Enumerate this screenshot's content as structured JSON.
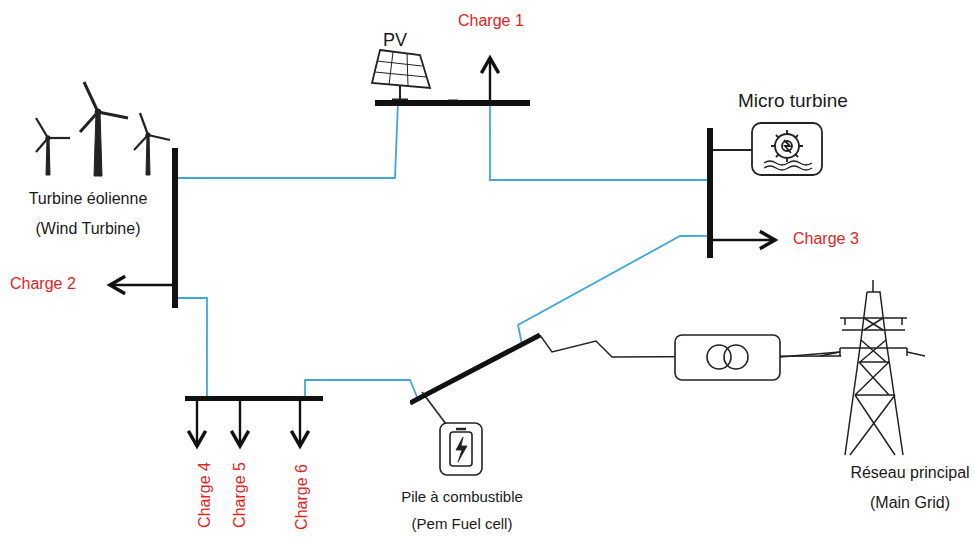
{
  "diagram": {
    "nodes": [
      {
        "text": [
          "PV",
          "Charge 1"
        ]
      },
      {
        "text": [
          "Micro turbine",
          "Charge 3"
        ]
      },
      {
        "text": [
          "Turbine éolienne (Wind Turbine)",
          "Charge 2"
        ]
      },
      {
        "text": [
          "Charge 4",
          "Charge 5",
          "Charge 6"
        ]
      },
      {
        "text": [
          "Pile à combustible (Pem Fuel cell)"
        ]
      },
      {
        "text": [
          "Réseau principal (Main Grid)"
        ]
      }
    ],
    "edges": [
      {
        "from": 2,
        "to": 0,
        "arrow": "none"
      },
      {
        "from": 0,
        "to": 1,
        "arrow": "none"
      },
      {
        "from": 2,
        "to": 3,
        "arrow": "none"
      },
      {
        "from": 3,
        "to": 4,
        "arrow": "none"
      },
      {
        "from": 4,
        "to": 1,
        "arrow": "none"
      },
      {
        "from": 4,
        "to": 5,
        "arrow": "none"
      }
    ]
  }
}
